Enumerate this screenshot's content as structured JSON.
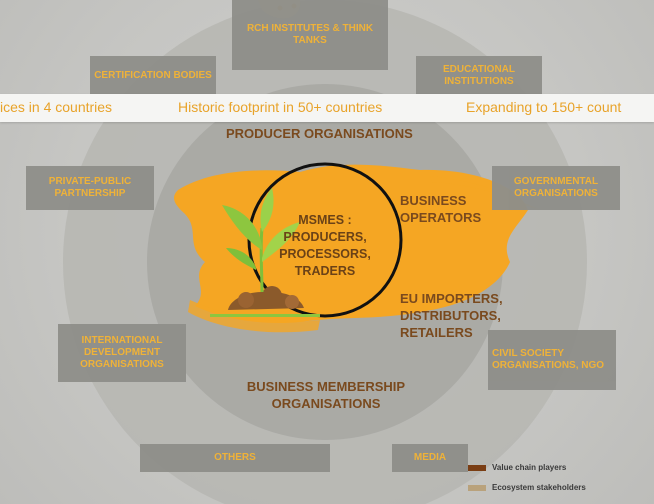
{
  "top_strip": {
    "item1": "ices in 4 countries",
    "item2": "Historic footprint in 50+ countries",
    "item3": "Expanding to 150+ count"
  },
  "inner_labels": {
    "producer_organisations": "PRODUCER ORGANISATIONS",
    "business_operators": "BUSINESS OPERATORS",
    "eu_importers": "EU IMPORTERS, DISTRIBUTORS, RETAILERS",
    "business_membership": "BUSINESS MEMBERSHIP ORGANISATIONS",
    "center": "MSMES : PRODUCERS, PROCESSORS, TRADERS"
  },
  "stakeholders": {
    "research": "RCH INSTITUTES & THINK TANKS",
    "certification": "CERTIFICATION BODIES",
    "educational": "EDUCATIONAL INSTITUTIONS",
    "ppp": "PRIVATE-PUBLIC PARTNERSHIP",
    "governmental": "GOVERNMENTAL ORGANISATIONS",
    "intl_dev": "INTERNATIONAL DEVELOPMENT ORGANISATIONS",
    "civil_society": "CIVIL SOCIETY ORGANISATIONS, NGO",
    "others": "OTHERS",
    "media": "MEDIA"
  },
  "legend": {
    "value_chain": "Value chain players",
    "ecosystem": "Ecosystem stakeholders"
  },
  "colors": {
    "value_chain": "#7a3e14",
    "ecosystem": "#b9a27c",
    "accent": "#f5a623"
  }
}
